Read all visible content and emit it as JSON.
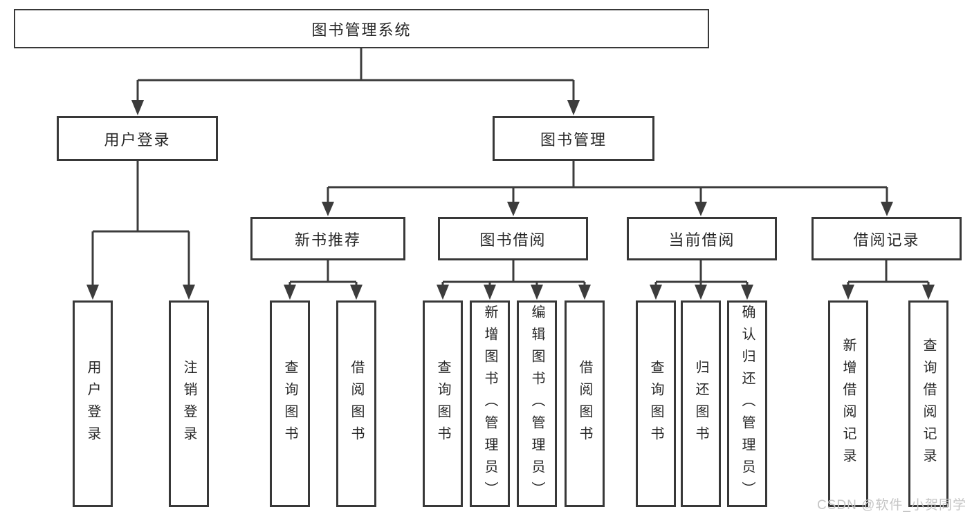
{
  "diagram": {
    "type": "hierarchy-tree",
    "colors": {
      "background": "#ffffff",
      "line": "#3c3c3c",
      "box_border": "#383838",
      "text": "#262626",
      "watermark": "#c5c5c5"
    },
    "tree": {
      "root": {
        "label": "图书管理系统"
      },
      "level2": [
        {
          "label": "用户登录",
          "children": [
            {
              "label": "用户登录"
            },
            {
              "label": "注销登录"
            }
          ]
        },
        {
          "label": "图书管理",
          "children": [
            {
              "label": "新书推荐",
              "children": [
                {
                  "label": "查询图书"
                },
                {
                  "label": "借阅图书"
                }
              ]
            },
            {
              "label": "图书借阅",
              "children": [
                {
                  "label": "查询图书"
                },
                {
                  "label": "新增图书（管理员）"
                },
                {
                  "label": "编辑图书（管理员）"
                },
                {
                  "label": "借阅图书"
                }
              ]
            },
            {
              "label": "当前借阅",
              "children": [
                {
                  "label": "查询图书"
                },
                {
                  "label": "归还图书"
                },
                {
                  "label": "确认归还（管理员）"
                }
              ]
            },
            {
              "label": "借阅记录",
              "children": [
                {
                  "label": "新增借阅记录"
                },
                {
                  "label": "查询借阅记录"
                }
              ]
            }
          ]
        }
      ]
    },
    "watermark": "CSDN @软件_小贺同学"
  }
}
